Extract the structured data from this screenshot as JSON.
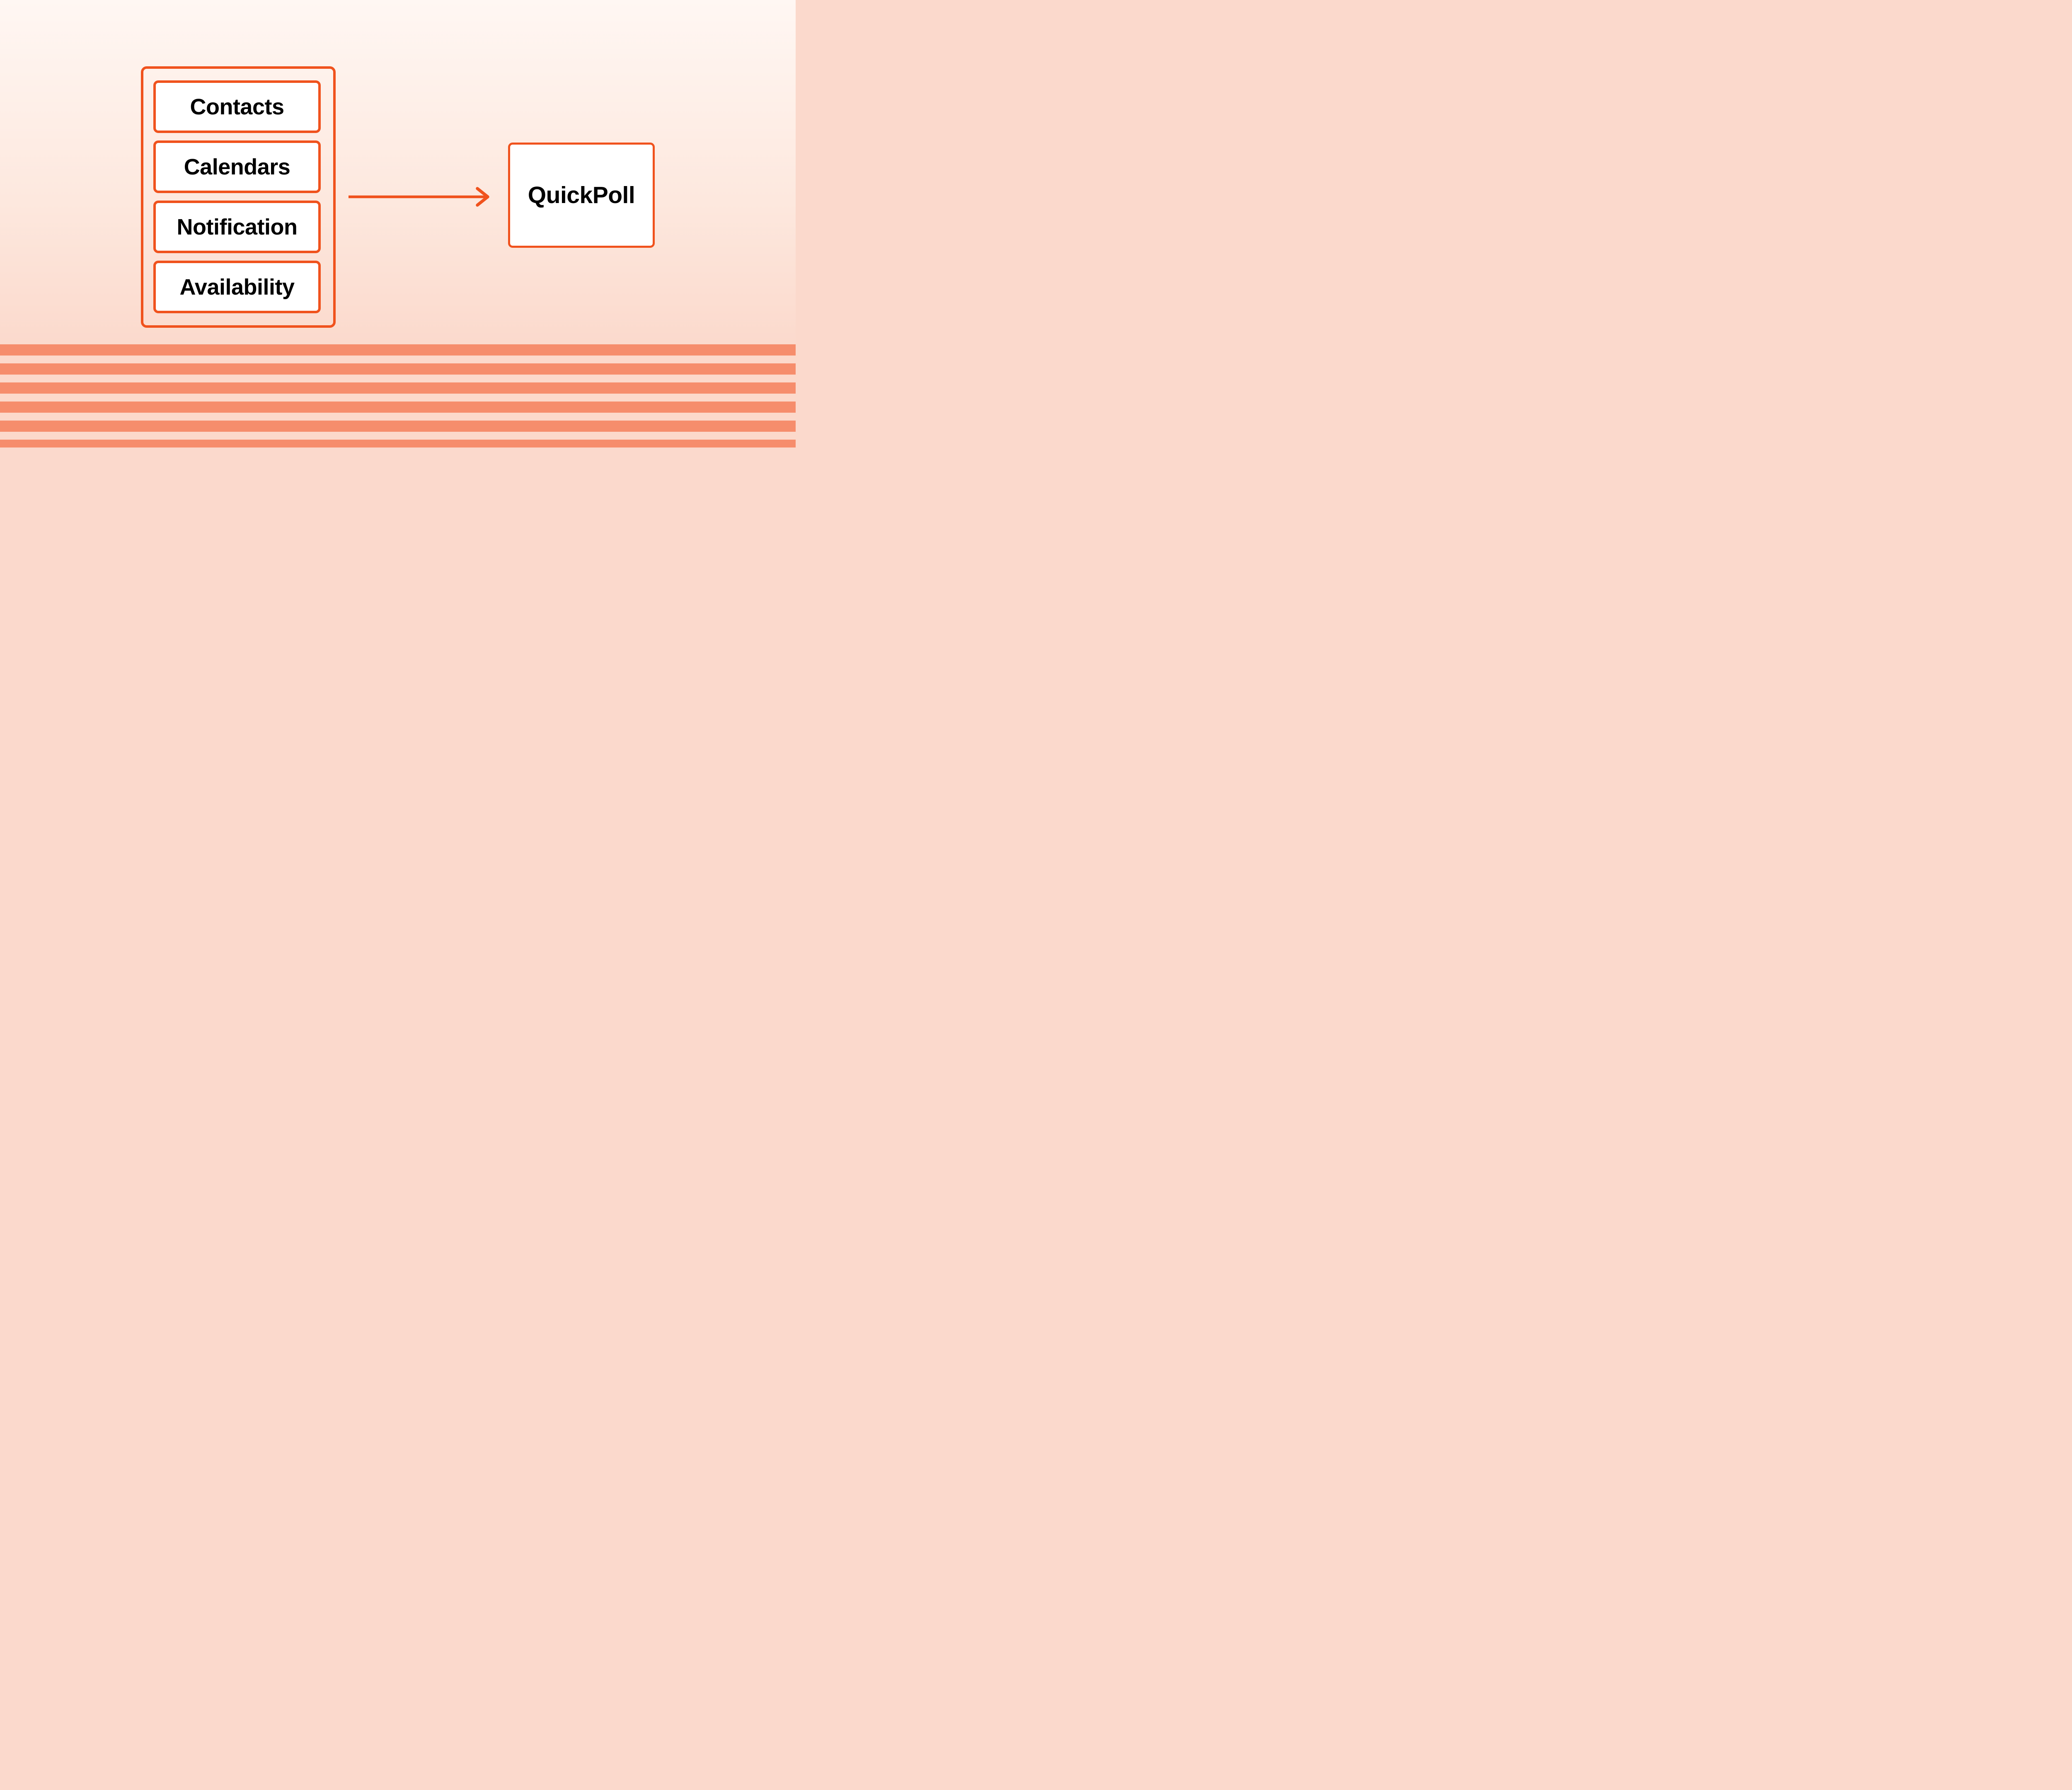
{
  "diagram": {
    "modules": [
      {
        "label": "Contacts"
      },
      {
        "label": "Calendars"
      },
      {
        "label": "Notification"
      },
      {
        "label": "Availability"
      }
    ],
    "target": {
      "label": "QuickPoll"
    },
    "arrow": {
      "icon": "arrow-right-icon",
      "direction": "right"
    },
    "colors": {
      "accent": "#F0521D",
      "stripe_dark": "#F68D6C",
      "stripe_light": "#FCD9CB",
      "background_top": "#FFF7F3",
      "background_bottom": "#FBD9CC",
      "box_fill": "#FFFFFF",
      "text": "#000000"
    }
  }
}
